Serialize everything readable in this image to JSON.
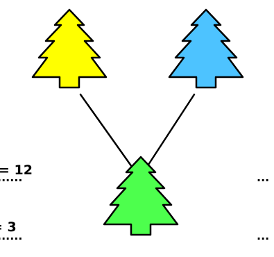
{
  "colors": {
    "top_left_tree": "#ffff00",
    "top_right_tree": "#4dc3ff",
    "bottom_tree": "#4dff4d",
    "outline": "#000000"
  },
  "trees": {
    "top_left": {
      "icon": "tree-icon",
      "color": "yellow"
    },
    "top_right": {
      "icon": "tree-icon",
      "color": "light-blue"
    },
    "bottom": {
      "icon": "tree-icon",
      "color": "green"
    }
  },
  "left_clues": {
    "line1": "= 12",
    "line2": "= 3",
    "blank": "......"
  },
  "right_clues": {
    "blank": "..."
  }
}
